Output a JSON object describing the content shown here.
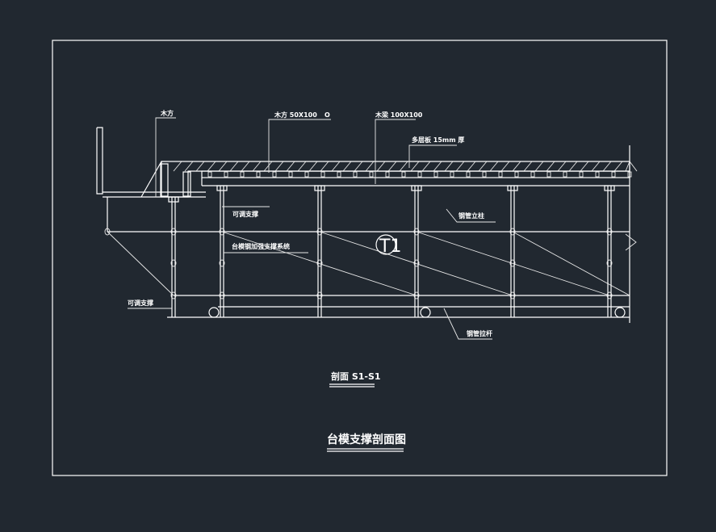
{
  "drawing": {
    "labels": {
      "wood_batten": "木方",
      "wood_batten_size": "木方 50X100",
      "wood_batten_mark": "O",
      "wood_beam": "木梁 100X100",
      "plywood": "多层板 15mm 厚",
      "adjustable_support_top": "可调支撑",
      "steel_pipe_column": "钢管立柱",
      "bracing_system": "台模钢加强支撑系统",
      "adjustable_support_bottom": "可调支撑",
      "steel_pipe_tie": "钢管拉杆"
    },
    "tag": "T1",
    "section_label": "剖面 S1-S1",
    "title": "台模支撑剖面图"
  }
}
